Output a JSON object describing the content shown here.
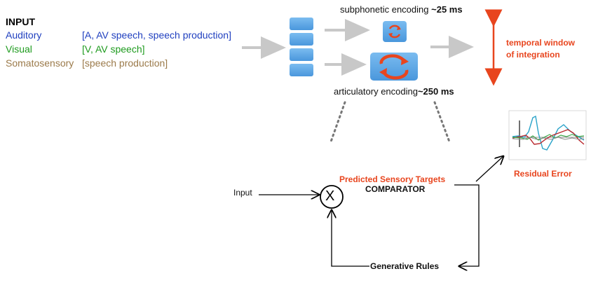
{
  "input_panel": {
    "title": "INPUT",
    "modalities": [
      {
        "name": "Auditory",
        "sources": "[A, AV speech, speech production]",
        "color": "#1f3fbf"
      },
      {
        "name": "Visual",
        "sources": "[V, AV speech]",
        "color": "#1e9b1e"
      },
      {
        "name": "Somatosensory",
        "sources": "[speech production]",
        "color": "#9b7a4a"
      }
    ]
  },
  "encoding": {
    "subphonetic": {
      "label": "subphonetic encoding",
      "duration": "~25 ms"
    },
    "articulatory": {
      "label": "articulatory encoding",
      "duration": "~250 ms"
    }
  },
  "temporal_window": {
    "line1": "temporal window",
    "line2": "of integration"
  },
  "comparator": {
    "input_label": "Input",
    "symbol": "X",
    "predicted_label": "Predicted Sensory Targets",
    "comparator_label": "COMPARATOR",
    "generative_label": "Generative Rules",
    "residual_label": "Residual Error"
  },
  "colors": {
    "accent_red": "#e8451e",
    "block_blue": "#5aa7e6",
    "arrow_grey": "#c8c8c8"
  }
}
